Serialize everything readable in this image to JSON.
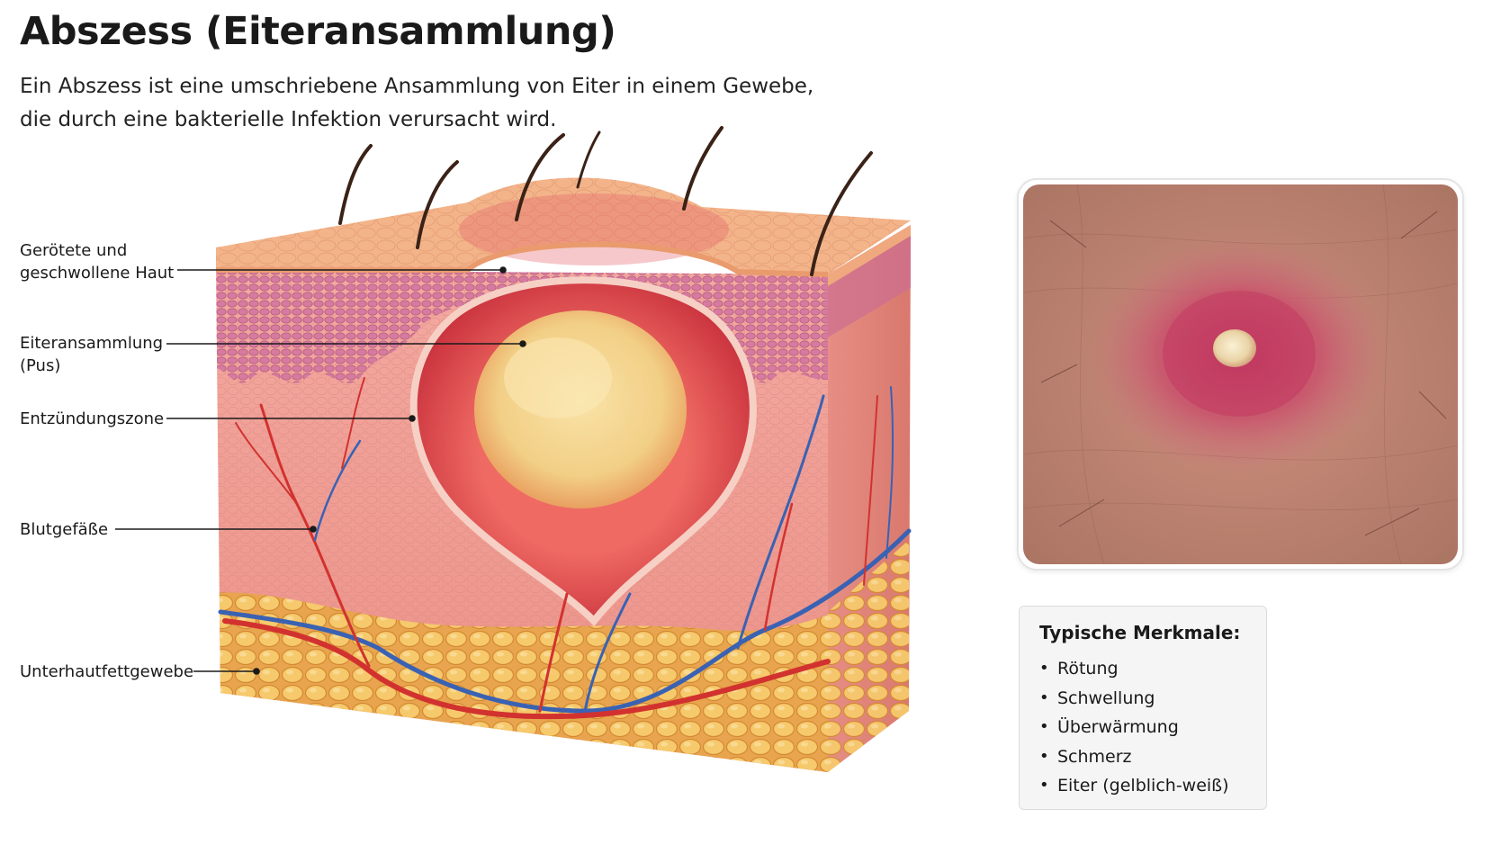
{
  "header": {
    "title": "Abszess (Eiteransammlung)",
    "description_line1": "Ein Abszess ist eine umschriebene Ansammlung von Eiter in einem Gewebe,",
    "description_line2": "die durch eine bakterielle Infektion verursacht wird."
  },
  "labels": {
    "skin_line1": "Gerötete und",
    "skin_line2": "geschwollene Haut",
    "pus_line1": "Eiteransammlung",
    "pus_line2": "(Pus)",
    "inflammation": "Entzündungszone",
    "vessels": "Blutgefäße",
    "fat": "Unterhautfettgewebe"
  },
  "features": {
    "title": "Typische Merkmale:",
    "items": [
      "Rötung",
      "Schwellung",
      "Überwärmung",
      "Schmerz",
      "Eiter (gelblich-weiß)"
    ]
  },
  "colors": {
    "epidermis": "#f3b48a",
    "dermis": "#ef9f96",
    "pus": "#f3d38e",
    "inflammation": "#d9404a",
    "artery": "#d2322f",
    "vein": "#3a62b3",
    "fat": "#f1b85a"
  }
}
